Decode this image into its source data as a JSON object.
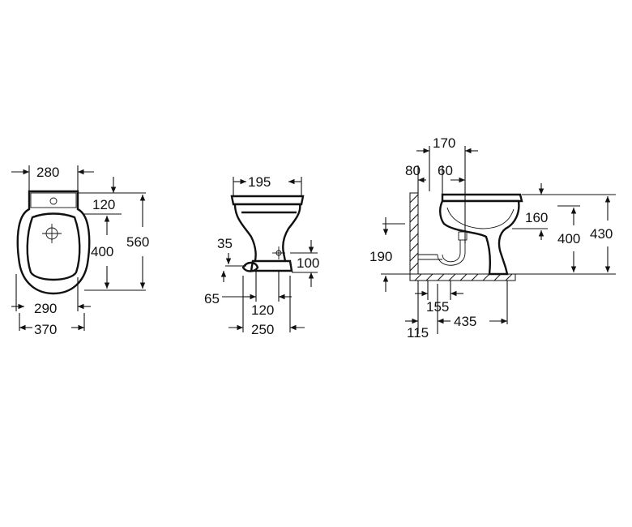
{
  "diagram": {
    "top_view": {
      "overall_width": "280",
      "tap_offset": "120",
      "bowl_length": "400",
      "overall_length": "560",
      "base_width": "290",
      "width_bottom": "370"
    },
    "front_view": {
      "top_width": "195",
      "outlet_height": "35",
      "base_height": "100",
      "outlet_offset": "65",
      "fixing_spacing": "120",
      "base_width": "250"
    },
    "side_view": {
      "tap_position": "170",
      "wall_gap": "80",
      "tap_offset": "60",
      "rim_depth": "160",
      "trap_height": "190",
      "outlet_height": "400",
      "overall_height": "430",
      "drain_offset": "155",
      "wall_to_drain": "115",
      "base_length": "435"
    }
  }
}
